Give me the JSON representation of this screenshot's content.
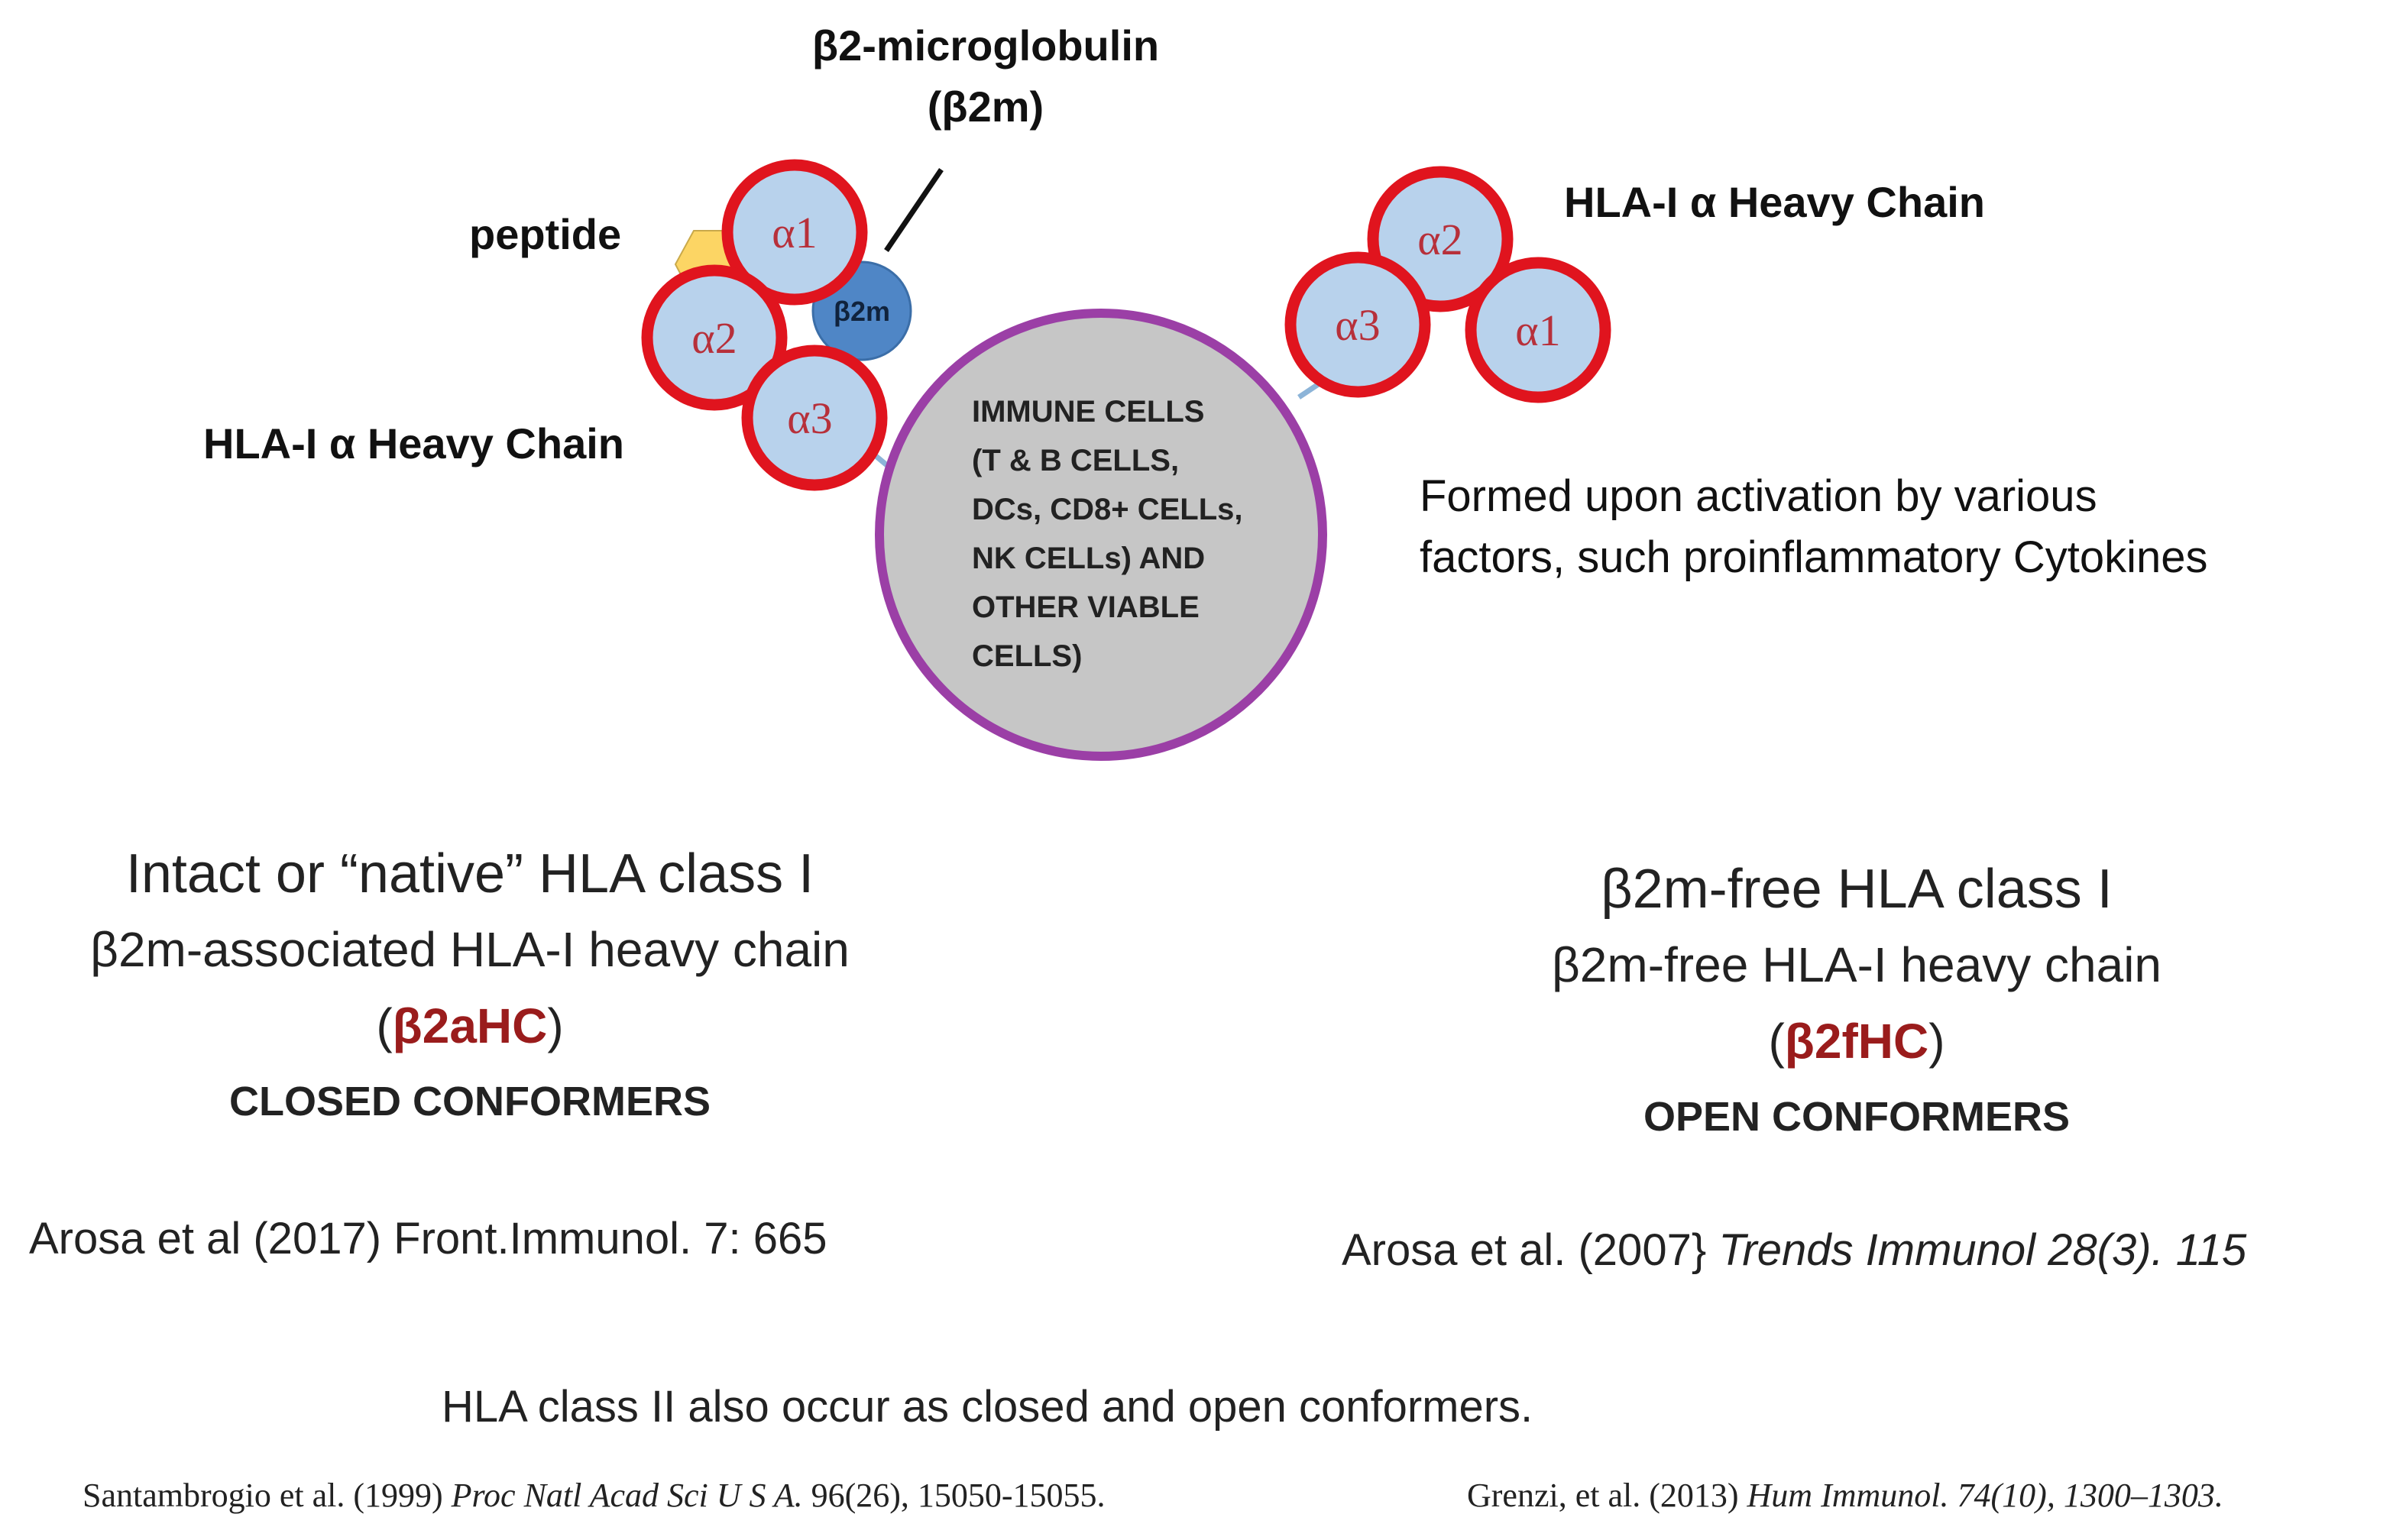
{
  "colors": {
    "heavy_chain_fill": "#b8d2ec",
    "heavy_chain_stroke": "#e0141e",
    "domain_text": "#b7303a",
    "b2m_fill": "#4f86c6",
    "cell_fill": "#c6c6c6",
    "cell_stroke": "#9b3fa6",
    "peptide_fill": "#fcd564",
    "connector": "#8cb4d8",
    "accent_red": "#9a1c1c"
  },
  "left_complex": {
    "b2m_title_line1": "β2-microglobulin",
    "b2m_title_line2": "(β2m)",
    "peptide_label": "peptide",
    "b2m_circle_label": "β2m",
    "heavy_chain_label": "HLA-I α Heavy Chain",
    "domains": [
      "α1",
      "α2",
      "α3"
    ]
  },
  "cell": {
    "lines": [
      "IMMUNE CELLS",
      "(T & B CELLS,",
      "DCs, CD8+ CELLs,",
      "NK CELLs) AND",
      "OTHER VIABLE",
      "CELLS)"
    ]
  },
  "right_complex": {
    "heavy_chain_label": "HLA-I α Heavy Chain",
    "domains": [
      "α2",
      "α3",
      "α1"
    ],
    "formation_line1": "Formed upon activation by various",
    "formation_line2": "factors, such proinflammatory Cytokines"
  },
  "left_caption": {
    "title": "Intact or “native” HLA class I",
    "subtitle": "β2m-associated HLA-I heavy chain",
    "abbr_open": "(",
    "abbr": "β2aHC",
    "abbr_close": ")",
    "conformer": "CLOSED CONFORMERS",
    "reference": "Arosa et al (2017) Front.Immunol. 7: 665"
  },
  "right_caption": {
    "title": "β2m-free HLA class I",
    "subtitle": "β2m-free HLA-I heavy chain",
    "abbr_open": "(",
    "abbr": "β2fHC",
    "abbr_close": ")",
    "conformer": "OPEN CONFORMERS",
    "reference_plain": "Arosa et al. (2007} ",
    "reference_italic": "Trends Immunol 28(3). 115"
  },
  "footer": {
    "note": "HLA class II also occur as closed and open conformers.",
    "ref1_plain": "Santambrogio et al. (1999) ",
    "ref1_italic": "Proc Natl Acad Sci U S A.",
    "ref1_tail": " 96(26), 15050-15055.",
    "ref2_plain": "Grenzi, et al. (2013) ",
    "ref2_italic": "Hum Immunol. 74(10), 1300–1303."
  }
}
